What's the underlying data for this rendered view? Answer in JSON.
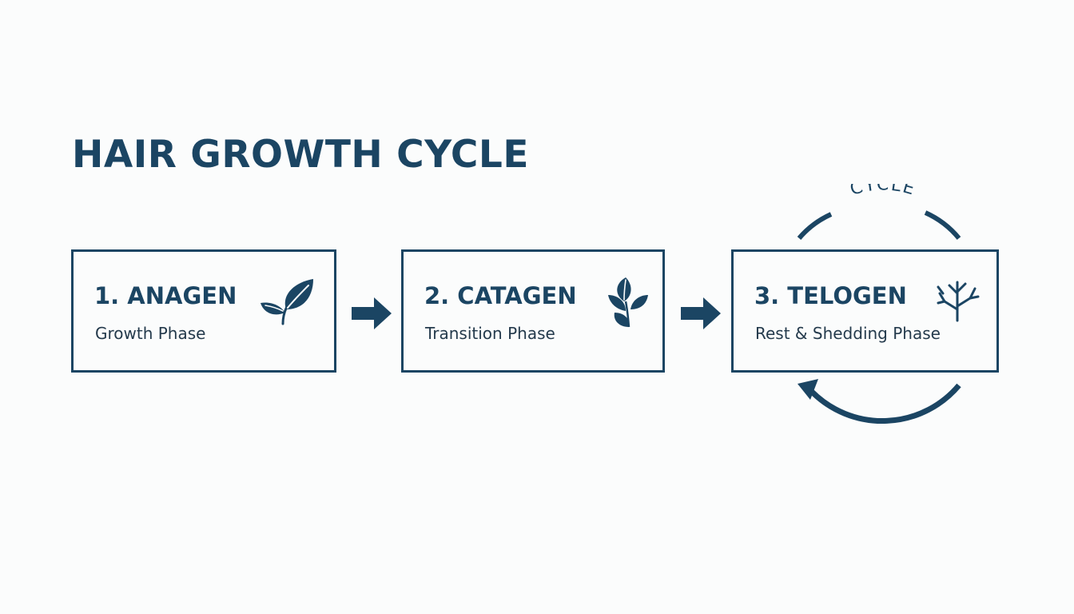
{
  "title": "HAIR GROWTH CYCLE",
  "phases": [
    {
      "name": "1. ANAGEN",
      "subtitle": "Growth Phase",
      "icon": "leaf-icon"
    },
    {
      "name": "2. CATAGEN",
      "subtitle": "Transition Phase",
      "icon": "leaves-icon"
    },
    {
      "name": "3. TELOGEN",
      "subtitle": "Rest & Shedding Phase",
      "icon": "bare-branch-icon"
    }
  ],
  "cycle": {
    "label": "CYCLE"
  },
  "colors": {
    "primary": "#1b4563",
    "background": "#fbfcfc"
  }
}
